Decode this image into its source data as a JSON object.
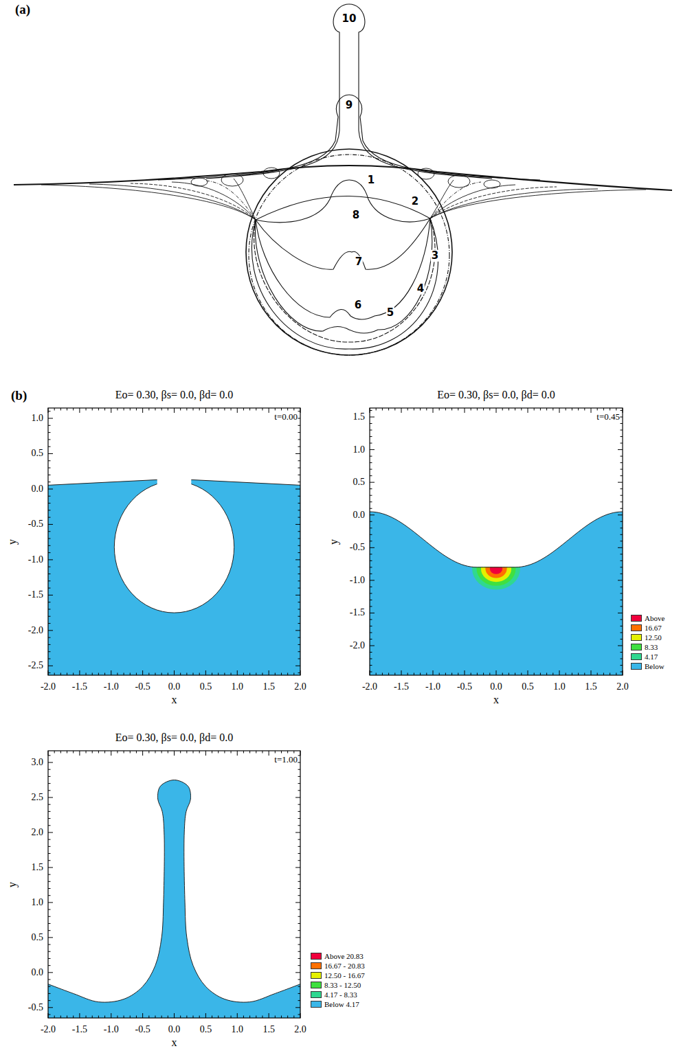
{
  "diagram": {
    "labels": [
      "(a)",
      "1",
      "2",
      "3",
      "4",
      "5",
      "6",
      "7",
      "8",
      "9",
      "10",
      "(b)",
      "Eo= 0.30, βs= 0.0, βd= 0.0",
      "t=0.00",
      "1.0",
      "0.5",
      "0.0",
      "-0.5",
      "-1.0",
      "-1.5",
      "-2.0",
      "-2.5",
      "-2.0",
      "-1.5",
      "-1.0",
      "-0.5",
      "0.0",
      "0.5",
      "1.0",
      "1.5",
      "2.0",
      "x",
      "y",
      "Eo= 0.30, βs= 0.0, βd= 0.0",
      "t=0.45",
      "1.5",
      "1.0",
      "0.5",
      "0.0",
      "-0.5",
      "-1.0",
      "-1.5",
      "-2.0",
      "-2.0",
      "-1.5",
      "-1.0",
      "-0.5",
      "0.0",
      "0.5",
      "1.0",
      "1.5",
      "2.0",
      "x",
      "y",
      "Eo= 0.30, βs= 0.0, βd= 0.0",
      "t=1.00",
      "3.0",
      "2.5",
      "2.0",
      "1.5",
      "1.0",
      "0.5",
      "0.0",
      "-0.5",
      "-2.0",
      "-1.5",
      "-1.0",
      "-0.5",
      "0.0",
      "0.5",
      "1.0",
      "1.5",
      "2.0",
      "x",
      "y"
    ],
    "legend": [
      {
        "text": "Above",
        "color": "#f0003c"
      },
      {
        "text": "16.67",
        "color": "#ff7000"
      },
      {
        "text": "12.50",
        "color": "#e4f000"
      },
      {
        "text": "8.33",
        "color": "#40e040"
      },
      {
        "text": "4.17",
        "color": "#30d890"
      },
      {
        "text": "Below",
        "color": "#3ab6e8"
      },
      {
        "text": "Above 20.83",
        "color": "#f0003c"
      },
      {
        "text": "16.67 - 20.83",
        "color": "#ff7000"
      },
      {
        "text": "12.50 - 16.67",
        "color": "#e4f000"
      },
      {
        "text": "8.33 - 12.50",
        "color": "#40e040"
      },
      {
        "text": "4.17 - 8.33",
        "color": "#30d890"
      },
      {
        "text": "Below 4.17",
        "color": "#3ab6e8"
      }
    ]
  }
}
